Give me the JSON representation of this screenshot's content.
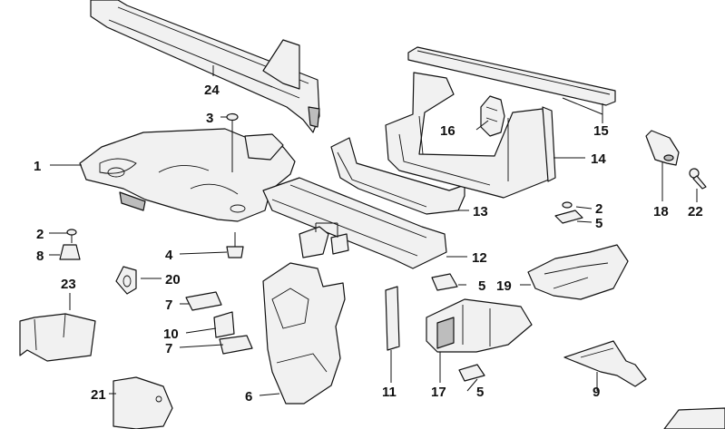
{
  "callouts": [
    {
      "id": "1",
      "label": "1"
    },
    {
      "id": "2a",
      "label": "2"
    },
    {
      "id": "2b",
      "label": "2"
    },
    {
      "id": "3",
      "label": "3"
    },
    {
      "id": "4",
      "label": "4"
    },
    {
      "id": "5a",
      "label": "5"
    },
    {
      "id": "5b",
      "label": "5"
    },
    {
      "id": "5c",
      "label": "5"
    },
    {
      "id": "6",
      "label": "6"
    },
    {
      "id": "7a",
      "label": "7"
    },
    {
      "id": "7b",
      "label": "7"
    },
    {
      "id": "8",
      "label": "8"
    },
    {
      "id": "9",
      "label": "9"
    },
    {
      "id": "10",
      "label": "10"
    },
    {
      "id": "11",
      "label": "11"
    },
    {
      "id": "12",
      "label": "12"
    },
    {
      "id": "13",
      "label": "13"
    },
    {
      "id": "14",
      "label": "14"
    },
    {
      "id": "15",
      "label": "15"
    },
    {
      "id": "16",
      "label": "16"
    },
    {
      "id": "17",
      "label": "17"
    },
    {
      "id": "18",
      "label": "18"
    },
    {
      "id": "19",
      "label": "19"
    },
    {
      "id": "20",
      "label": "20"
    },
    {
      "id": "21",
      "label": "21"
    },
    {
      "id": "22",
      "label": "22"
    },
    {
      "id": "23",
      "label": "23"
    },
    {
      "id": "24",
      "label": "24"
    }
  ]
}
